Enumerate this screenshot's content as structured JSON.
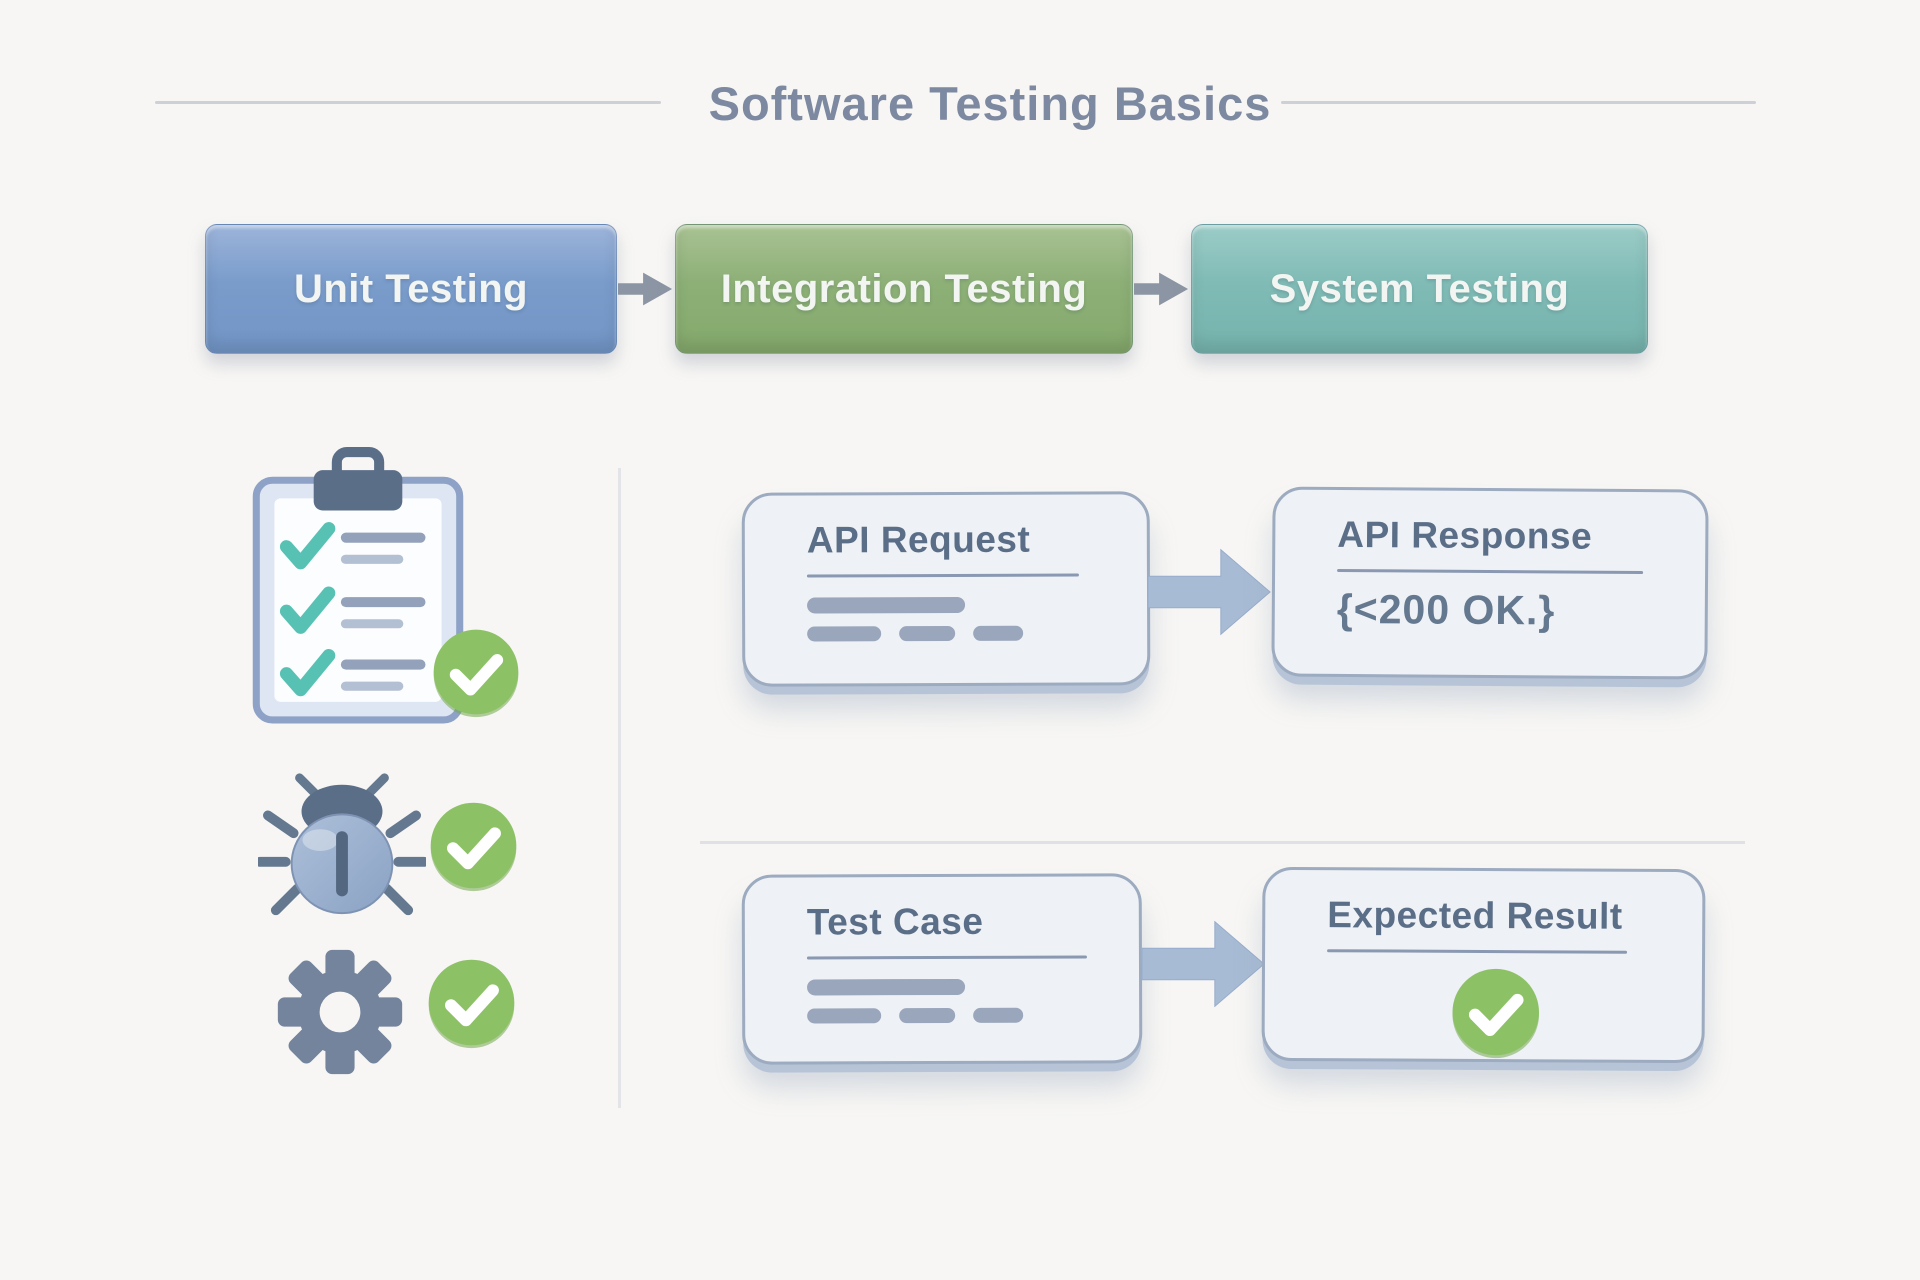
{
  "title": {
    "text": "Software Testing Basics"
  },
  "flow_steps": [
    {
      "label": "Unit Testing",
      "color": "#7d9fcb"
    },
    {
      "label": "Integration Testing",
      "color": "#8fb478"
    },
    {
      "label": "System Testing",
      "color": "#81bcb7"
    }
  ],
  "checklist_panel": {
    "icons": [
      {
        "name": "clipboard-checklist-icon",
        "status": "checked"
      },
      {
        "name": "bug-icon",
        "status": "checked"
      },
      {
        "name": "gear-icon",
        "status": "checked"
      }
    ],
    "badge_icon": "check-circle-icon"
  },
  "api_flow": {
    "request": {
      "title": "API Request"
    },
    "response": {
      "title": "API Response",
      "body": "{<200 OK.}"
    }
  },
  "test_flow": {
    "test_case": {
      "title": "Test Case"
    },
    "expected_result": {
      "title": "Expected Result"
    }
  },
  "colors": {
    "background": "#f7f6f4",
    "title_text": "#7c89a1",
    "unit_testing_blue": "#7d9fcb",
    "integration_green": "#8fb478",
    "system_teal": "#81bcb7",
    "card_fill": "#eef1f5",
    "card_border": "#9dabc0",
    "card_text": "#5b6e88",
    "content_bar_gray": "#9aa6bb",
    "block_arrow_blue": "#a7bbd4",
    "flow_arrow_gray": "#8b95a3",
    "check_green": "#8dc166",
    "check_teal": "#57c2b4",
    "icon_slate": "#5b6e88"
  }
}
